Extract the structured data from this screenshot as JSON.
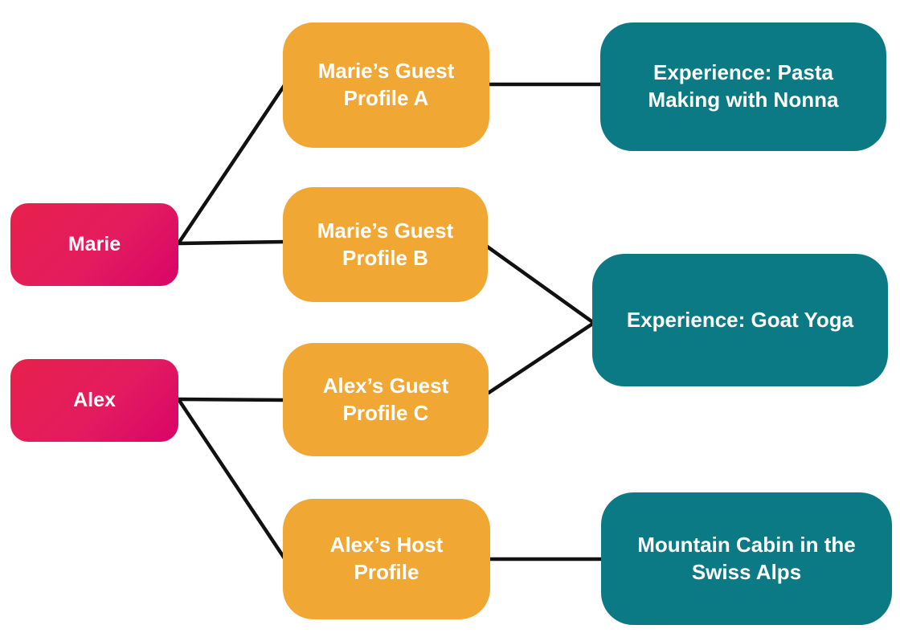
{
  "diagram": {
    "colors": {
      "user_gradient_start": "#E8204C",
      "user_gradient_end": "#D90468",
      "profile_fill": "#F1A733",
      "listing_fill": "#0C7A85",
      "edge": "#111111",
      "text": "#FFFFFF",
      "background": "#FFFFFF"
    },
    "nodes": {
      "marie": {
        "label": "Marie",
        "lines": [
          "Marie"
        ]
      },
      "alex": {
        "label": "Alex",
        "lines": [
          "Alex"
        ]
      },
      "profile_a": {
        "label": "Marie’s Guest Profile A",
        "lines": [
          "Marie’s Guest",
          "Profile A"
        ]
      },
      "profile_b": {
        "label": "Marie’s Guest Profile B",
        "lines": [
          "Marie’s Guest",
          "Profile B"
        ]
      },
      "profile_c": {
        "label": "Alex’s Guest Profile C",
        "lines": [
          "Alex’s Guest",
          "Profile C"
        ]
      },
      "host_profile": {
        "label": "Alex’s Host Profile",
        "lines": [
          "Alex’s Host",
          "Profile"
        ]
      },
      "pasta": {
        "label": "Experience: Pasta Making with Nonna",
        "lines": [
          "Experience: Pasta",
          "Making with Nonna"
        ]
      },
      "goat_yoga": {
        "label": "Experience: Goat Yoga",
        "lines": [
          "Experience: Goat Yoga"
        ]
      },
      "cabin": {
        "label": "Mountain Cabin in the Swiss Alps",
        "lines": [
          "Mountain Cabin in the",
          "Swiss Alps"
        ]
      }
    },
    "edges": [
      {
        "from": "marie",
        "to": "profile_a"
      },
      {
        "from": "marie",
        "to": "profile_b"
      },
      {
        "from": "alex",
        "to": "profile_c"
      },
      {
        "from": "alex",
        "to": "host_profile"
      },
      {
        "from": "profile_a",
        "to": "pasta"
      },
      {
        "from": "profile_b",
        "to": "goat_yoga"
      },
      {
        "from": "profile_c",
        "to": "goat_yoga"
      },
      {
        "from": "host_profile",
        "to": "cabin"
      }
    ]
  }
}
